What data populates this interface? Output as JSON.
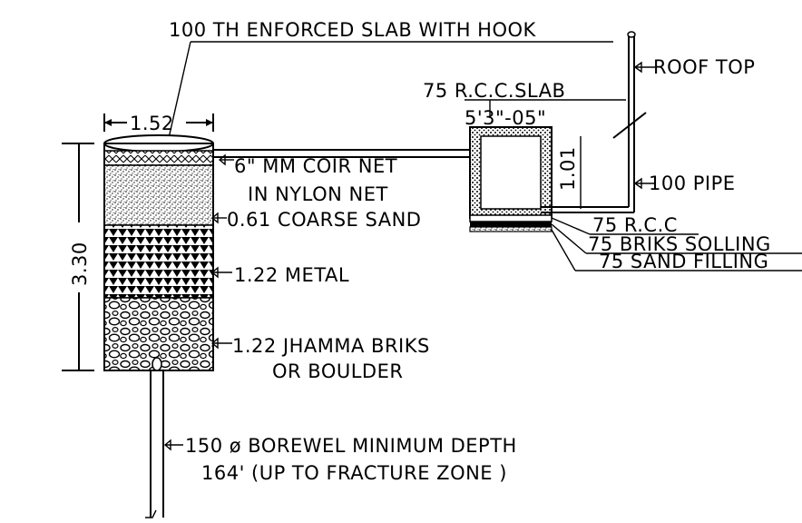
{
  "labels": {
    "slab_hook": "100  TH  ENFORCED  SLAB  WITH  HOOK",
    "roof_top": "ROOF  TOP",
    "rcc_slab": "75  R.C.C.SLAB",
    "chamber_dim": "5'3\"-05\"",
    "chamber_height": "1.01",
    "pipe": "100  PIPE",
    "rcc": "75  R.C.C",
    "brick_soling": "75  BRIKS  SOLLING",
    "sand_filling": "75  SAND  FILLING",
    "top_width": "1.52",
    "total_depth": "3.30",
    "coir_net_1": "6\"  MM  COIR  NET",
    "coir_net_2": "IN  NYLON  NET",
    "coarse_sand": "0.61  COARSE  SAND",
    "metal": "1.22  METAL",
    "jhamma_1": "1.22  JHAMMA  BRIKS",
    "jhamma_2": "OR  BOULDER",
    "borewell_1": "150   ø  BOREWEL  MINIMUM  DEPTH",
    "borewell_2": "164'  (UP  TO  FRACTURE  ZONE )"
  },
  "colors": {
    "line": "#000000",
    "background": "#ffffff"
  }
}
